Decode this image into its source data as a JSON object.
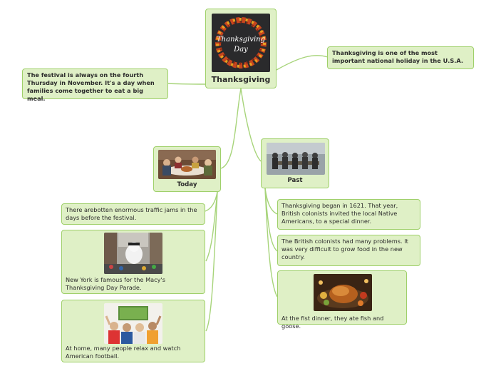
{
  "root": {
    "title": "Thanksgiving",
    "image_text_line1": "Thanksgiving",
    "image_text_line2": "Day"
  },
  "topic_right": "Thanksgiving is one of the most important national holiday in the U.S.A.",
  "topic_left": "The festival is always on the fourth Thursday in November. It's a day when families come together to eat a big meal.",
  "today": {
    "label": "Today",
    "items": [
      {
        "text": "There arebotten enormous traffic jams in the days before the festival."
      },
      {
        "text": "New York is famous for the Macy's Thanksgiving Day Parade."
      },
      {
        "text": "At home, many people relax and watch American football."
      }
    ]
  },
  "past": {
    "label": "Past",
    "items": [
      {
        "text": "Thanksgiving began in 1621. That year, British colonists invited the local Native Americans, to a special dinner."
      },
      {
        "text": "The British colonists had many problems. It was very difficult to grow food in the new country."
      },
      {
        "text": "At the fist dinner, they ate fish and goose."
      }
    ]
  },
  "colors": {
    "node_fill": "#dff0c6",
    "node_border": "#9fd06a",
    "link": "#a7d47a"
  }
}
